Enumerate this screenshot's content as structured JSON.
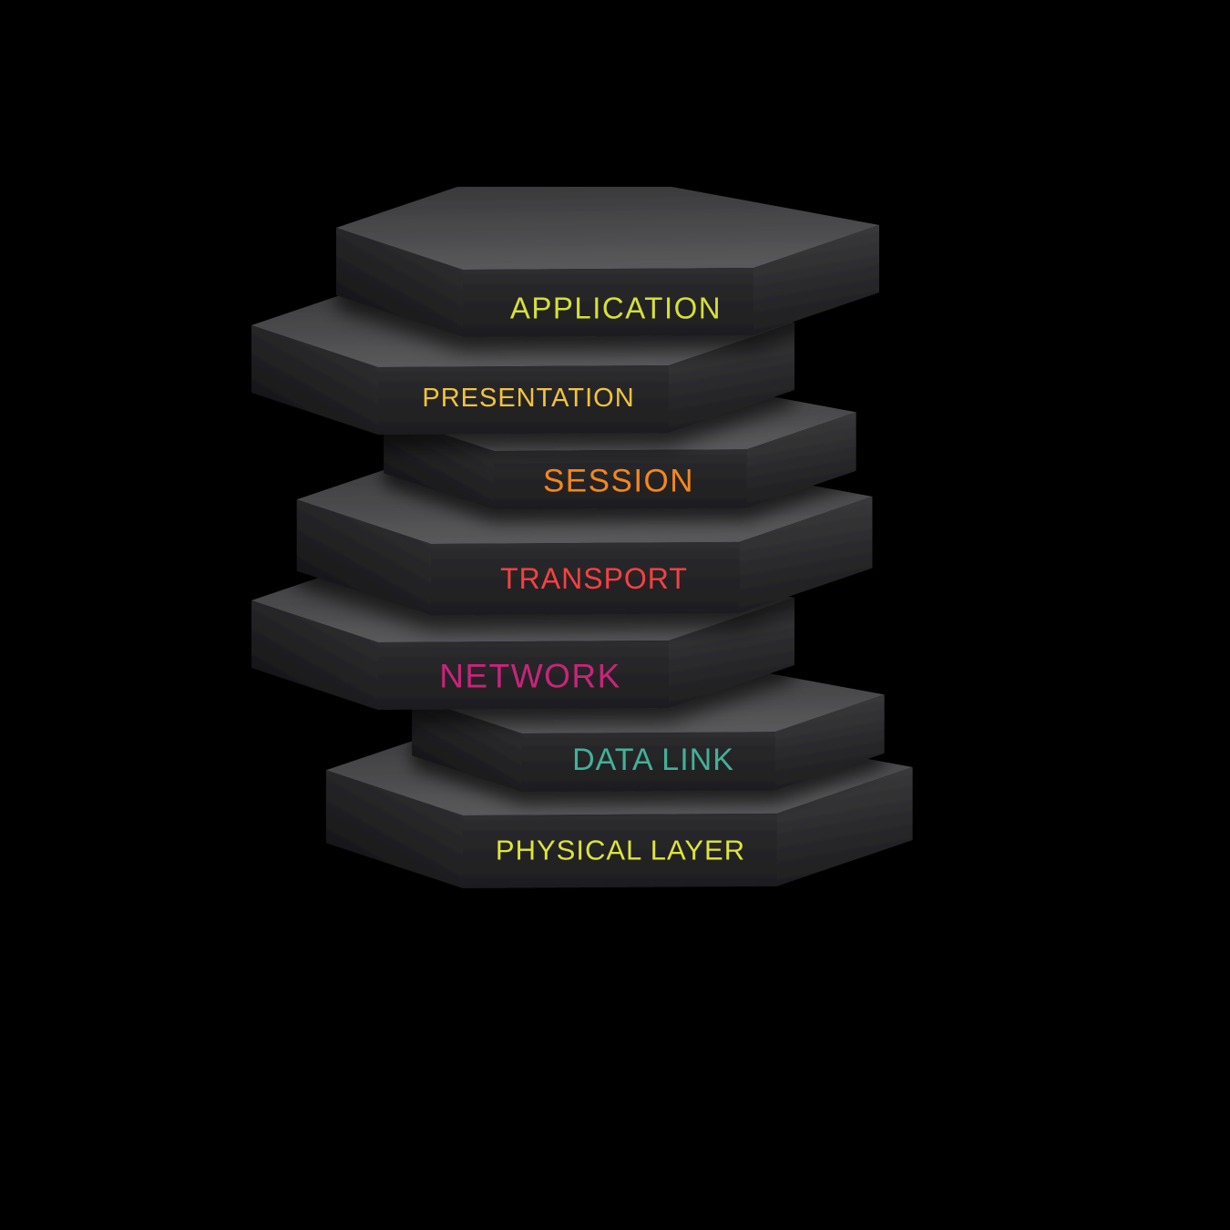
{
  "background": "#000000",
  "layers": [
    {
      "label": "APPLICATION",
      "color": "#d6df3b"
    },
    {
      "label": "PRESENTATION",
      "color": "#f2c33d"
    },
    {
      "label": "SESSION",
      "color": "#f6861d"
    },
    {
      "label": "TRANSPORT",
      "color": "#f94042"
    },
    {
      "label": "NETWORK",
      "color": "#c9247a"
    },
    {
      "label": "DATA LINK",
      "color": "#43b199"
    },
    {
      "label": "PHYSICAL LAYER",
      "color": "#dfe43b"
    }
  ],
  "palette": {
    "slab_top_light": "#59595b",
    "slab_top_dark": "#39393b",
    "slab_front": "#272729",
    "slab_side_left_dark": "#0f0f11",
    "slab_side_right": "#3b3b3d"
  }
}
